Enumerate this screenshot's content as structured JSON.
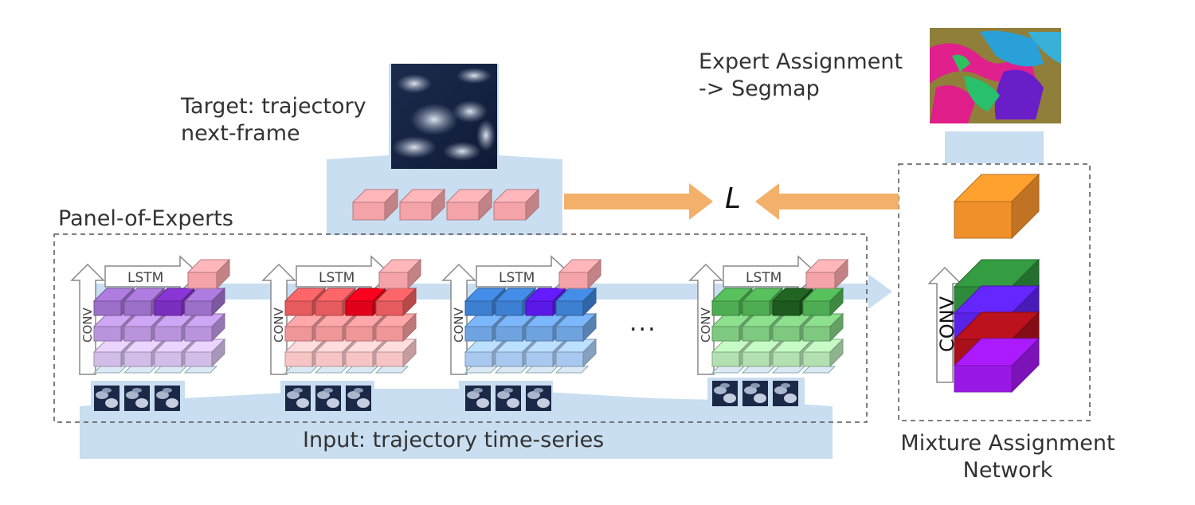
{
  "labels": {
    "target": "Target: trajectory\nnext-frame",
    "assignment": "Expert Assignment\n-> Segmap",
    "panel": "Panel-of-Experts",
    "input": "Input: trajectory time-series",
    "mixture": "Mixture Assignment\nNetwork",
    "loss": "L",
    "lstm": "LSTM",
    "conv": "CONV",
    "ellipsis": "..."
  },
  "experts": [
    {
      "name": "purple-expert",
      "colors": [
        "#9c6fc9",
        "#b994dc",
        "#d2bde8"
      ],
      "highlight": "#7b2fbf",
      "next": "#f4a3a8"
    },
    {
      "name": "red-expert",
      "colors": [
        "#e55b5e",
        "#ef9698",
        "#f6c4c5"
      ],
      "highlight": "#e1001a",
      "next": "#f4a3a8"
    },
    {
      "name": "blue-expert",
      "colors": [
        "#3d7fd0",
        "#6fa3e0",
        "#a8c8ef"
      ],
      "highlight": "#5a18e6",
      "next": "#f4a3a8"
    },
    {
      "name": "green-expert",
      "colors": [
        "#4ead52",
        "#7ec97f",
        "#b2e0b0"
      ],
      "highlight": "#1e5a1e",
      "next": "#f4a3a8"
    }
  ],
  "mixture_stack": [
    "#2e8b3a",
    "#5a22e6",
    "#a8101a",
    "#9a18e6"
  ],
  "mixture_output": "#f0902a",
  "colors": {
    "panel_bg": "#c9def0",
    "arrow": "#f3b06a",
    "target_block": "#f4a3a8"
  }
}
